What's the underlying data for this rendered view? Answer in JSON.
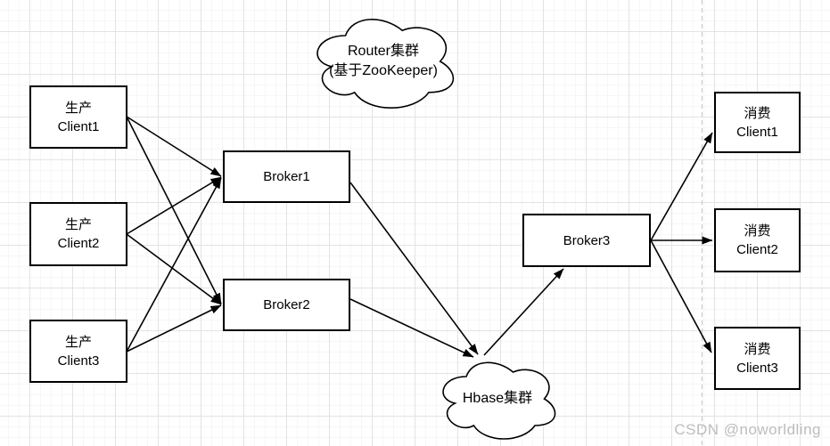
{
  "canvas": {
    "background": "#ffffff",
    "grid_major_color": "#e3e3e3",
    "grid_minor_color": "#f6f6f6",
    "shape_stroke_color": "#000000",
    "shape_fill_color": "#ffffff",
    "page_guide_color": "#c9c9c9"
  },
  "nodes": {
    "producers": [
      {
        "line1": "生产",
        "line2": "Client1"
      },
      {
        "line1": "生产",
        "line2": "Client2"
      },
      {
        "line1": "生产",
        "line2": "Client3"
      }
    ],
    "brokers": [
      {
        "label": "Broker1"
      },
      {
        "label": "Broker2"
      },
      {
        "label": "Broker3"
      }
    ],
    "consumers": [
      {
        "line1": "消费",
        "line2": "Client1"
      },
      {
        "line1": "消费",
        "line2": "Client2"
      },
      {
        "line1": "消费",
        "line2": "Client3"
      }
    ],
    "clouds": {
      "router": {
        "line1": "Router集群",
        "line2": "(基于ZooKeeper)"
      },
      "hbase": {
        "label": "Hbase集群"
      }
    }
  },
  "edges": [
    {
      "from": "producer-client1",
      "to": "broker1"
    },
    {
      "from": "producer-client1",
      "to": "broker2"
    },
    {
      "from": "producer-client2",
      "to": "broker1"
    },
    {
      "from": "producer-client2",
      "to": "broker2"
    },
    {
      "from": "producer-client3",
      "to": "broker1"
    },
    {
      "from": "producer-client3",
      "to": "broker2"
    },
    {
      "from": "broker1",
      "to": "hbase-cluster"
    },
    {
      "from": "broker2",
      "to": "hbase-cluster"
    },
    {
      "from": "hbase-cluster",
      "to": "broker3"
    },
    {
      "from": "broker3",
      "to": "consumer-client1"
    },
    {
      "from": "broker3",
      "to": "consumer-client2"
    },
    {
      "from": "broker3",
      "to": "consumer-client3"
    }
  ],
  "watermark": "CSDN @noworldling"
}
